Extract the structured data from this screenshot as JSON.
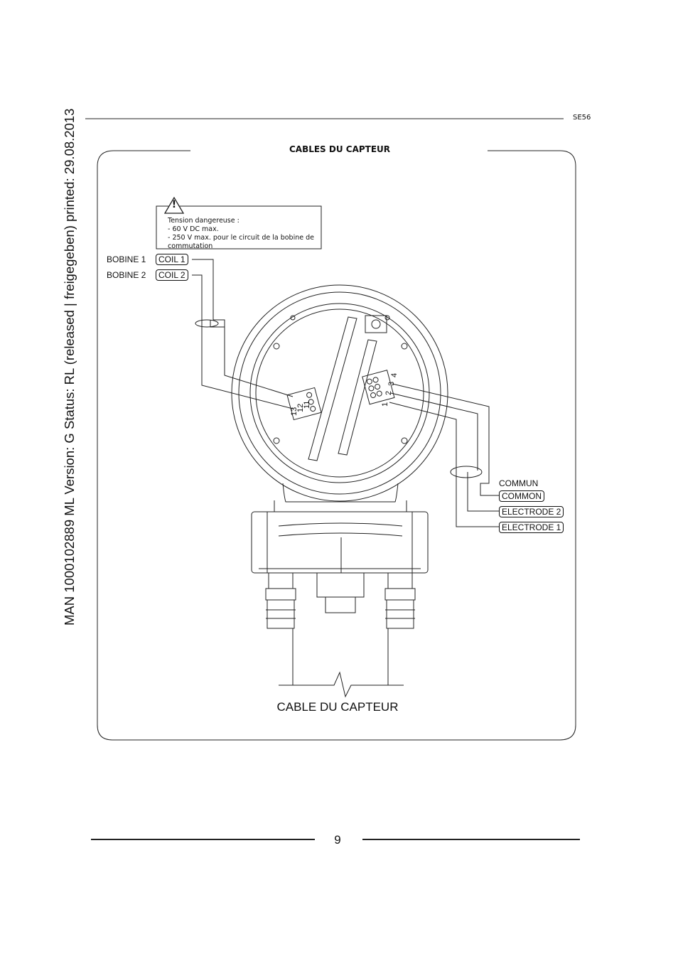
{
  "side_meta": "MAN  1000102889  ML  Version: G  Status: RL (released | freigegeben)  printed: 29.08.2013",
  "header_code": "SE56",
  "section_title": "CABLES DU CAPTEUR",
  "warning": {
    "symbol": "!",
    "lines": [
      "Tension dangereuse :",
      "- 60 V DC max.",
      "- 250 V max. pour le circuit de la bobine de",
      "commutation"
    ]
  },
  "coils": [
    {
      "label": "BOBINE 1",
      "tag": "COIL 1"
    },
    {
      "label": "BOBINE 2",
      "tag": "COIL 2"
    }
  ],
  "electrodes": {
    "common_label": "COMMUN",
    "tags": [
      "COMMON",
      "ELECTRODE 2",
      "ELECTRODE 1"
    ]
  },
  "terminals": {
    "coil_block": [
      "13",
      "12",
      "11"
    ],
    "electrode_block": [
      "1",
      "2",
      "3",
      "4"
    ]
  },
  "caption": "CABLE DU CAPTEUR",
  "page_number": "9"
}
